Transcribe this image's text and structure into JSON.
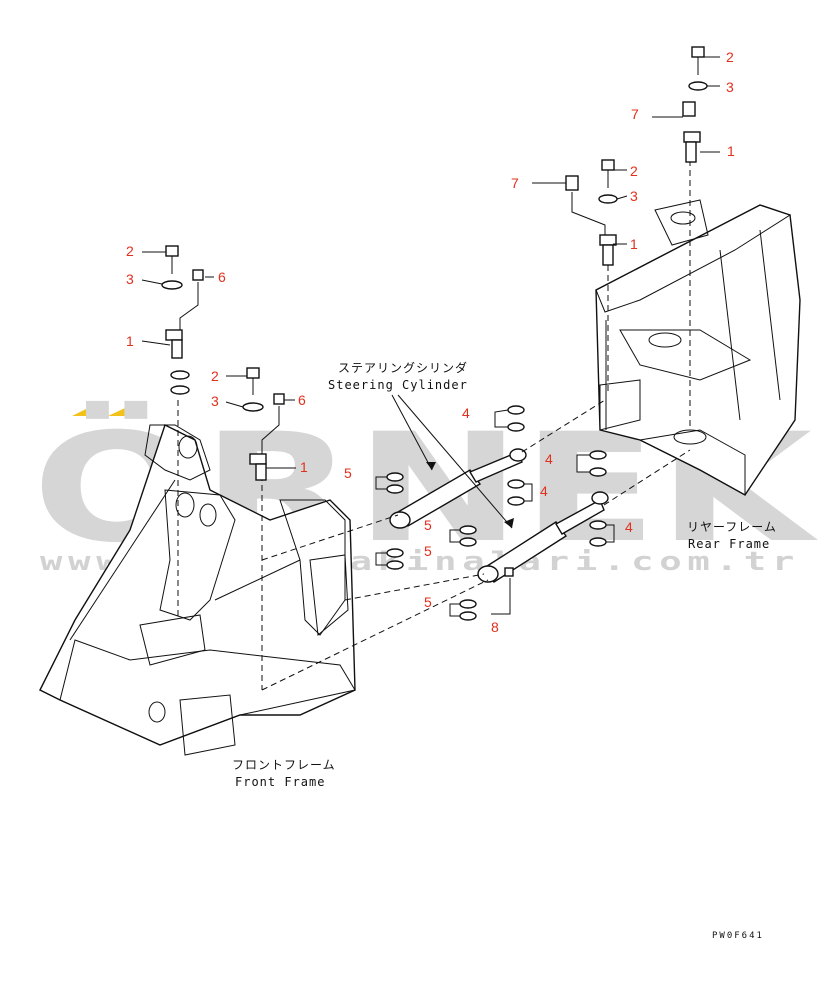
{
  "watermark": {
    "brand": "ÖRNEK",
    "url": "www.orneksmakinalari.com.tr",
    "accent_color": "#f2c21b"
  },
  "labels": {
    "steering_cylinder_jp": "ステアリングシリンダ",
    "steering_cylinder_en": "Steering Cylinder",
    "rear_frame_jp": "リヤーフレーム",
    "rear_frame_en": "Rear Frame",
    "front_frame_jp": "フロントフレーム",
    "front_frame_en": "Front Frame"
  },
  "drawing_code": "PW0F641",
  "callouts": {
    "c1": "1",
    "c2": "2",
    "c3": "3",
    "c4": "4",
    "c5": "5",
    "c6": "6",
    "c7": "7",
    "c8": "8"
  },
  "colors": {
    "callout": "#e0301e",
    "line": "#111111"
  }
}
